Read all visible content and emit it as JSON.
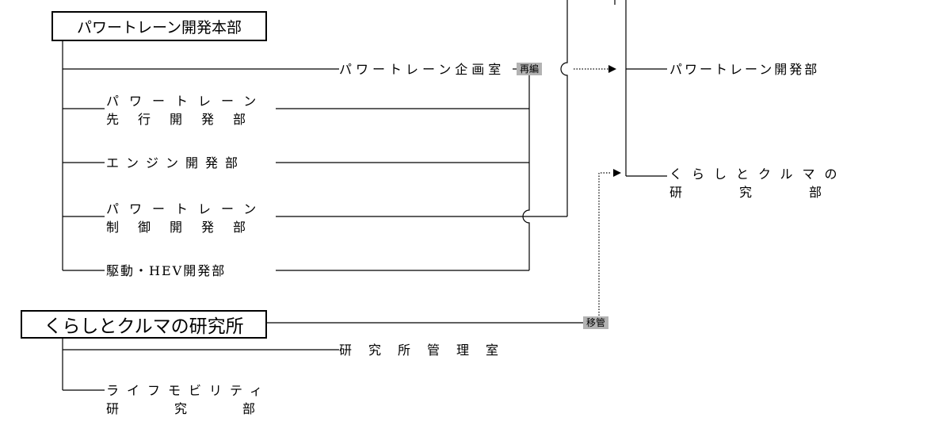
{
  "left": {
    "hq": "パワートレーン開発本部",
    "planning": "パワートレーン企画室",
    "advanced": [
      "パワートレーン",
      "先行開発部"
    ],
    "engine": "エンジン開発部",
    "control": [
      "パワートレーン",
      "制御開発部"
    ],
    "drive": "駆動・HEV開発部",
    "lab": "くらしとクルマの研究所",
    "lab_mgmt": "研究所管理室",
    "life": [
      "ライフモビリティ",
      "研究部"
    ]
  },
  "right": {
    "pt_dev": "パワートレーン開発部",
    "kurashi": [
      "くらしとクルマの",
      "研究部"
    ]
  },
  "tags": {
    "reorg": "再編",
    "transfer": "移管"
  }
}
